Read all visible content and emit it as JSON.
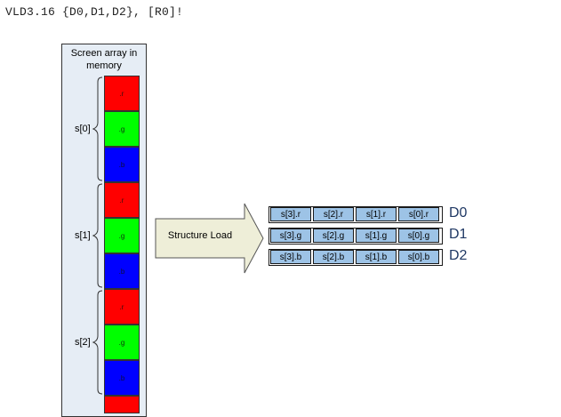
{
  "instruction": "VLD3.16 {D0,D1,D2}, [R0]!",
  "memory_panel": {
    "title_line1": "Screen array in",
    "title_line2": "memory",
    "cells": [
      {
        "label": ".r",
        "channel": "r"
      },
      {
        "label": ".g",
        "channel": "g"
      },
      {
        "label": ".b",
        "channel": "b"
      },
      {
        "label": ".r",
        "channel": "r"
      },
      {
        "label": ".g",
        "channel": "g"
      },
      {
        "label": ".b",
        "channel": "b"
      },
      {
        "label": ".r",
        "channel": "r"
      },
      {
        "label": ".g",
        "channel": "g"
      },
      {
        "label": ".b",
        "channel": "b"
      },
      {
        "label": "",
        "channel": "r"
      }
    ],
    "structures": [
      "s[0]",
      "s[1]",
      "s[2]"
    ]
  },
  "operation_label": "Structure Load",
  "registers": [
    {
      "name": "D0",
      "lanes": [
        "s[3].r",
        "s[2].r",
        "s[1].r",
        "s[0].r"
      ]
    },
    {
      "name": "D1",
      "lanes": [
        "s[3].g",
        "s[2].g",
        "s[1].g",
        "s[0].g"
      ]
    },
    {
      "name": "D2",
      "lanes": [
        "s[3].b",
        "s[2].b",
        "s[1].b",
        "s[0].b"
      ]
    }
  ],
  "colors": {
    "red": "#ff0000",
    "green": "#00ff00",
    "blue": "#0000ff",
    "register_lane": "#9dc3e6",
    "panel_bg": "#e6edf5",
    "arrow_fill": "#eeeed8",
    "register_name": "#1f3864"
  }
}
